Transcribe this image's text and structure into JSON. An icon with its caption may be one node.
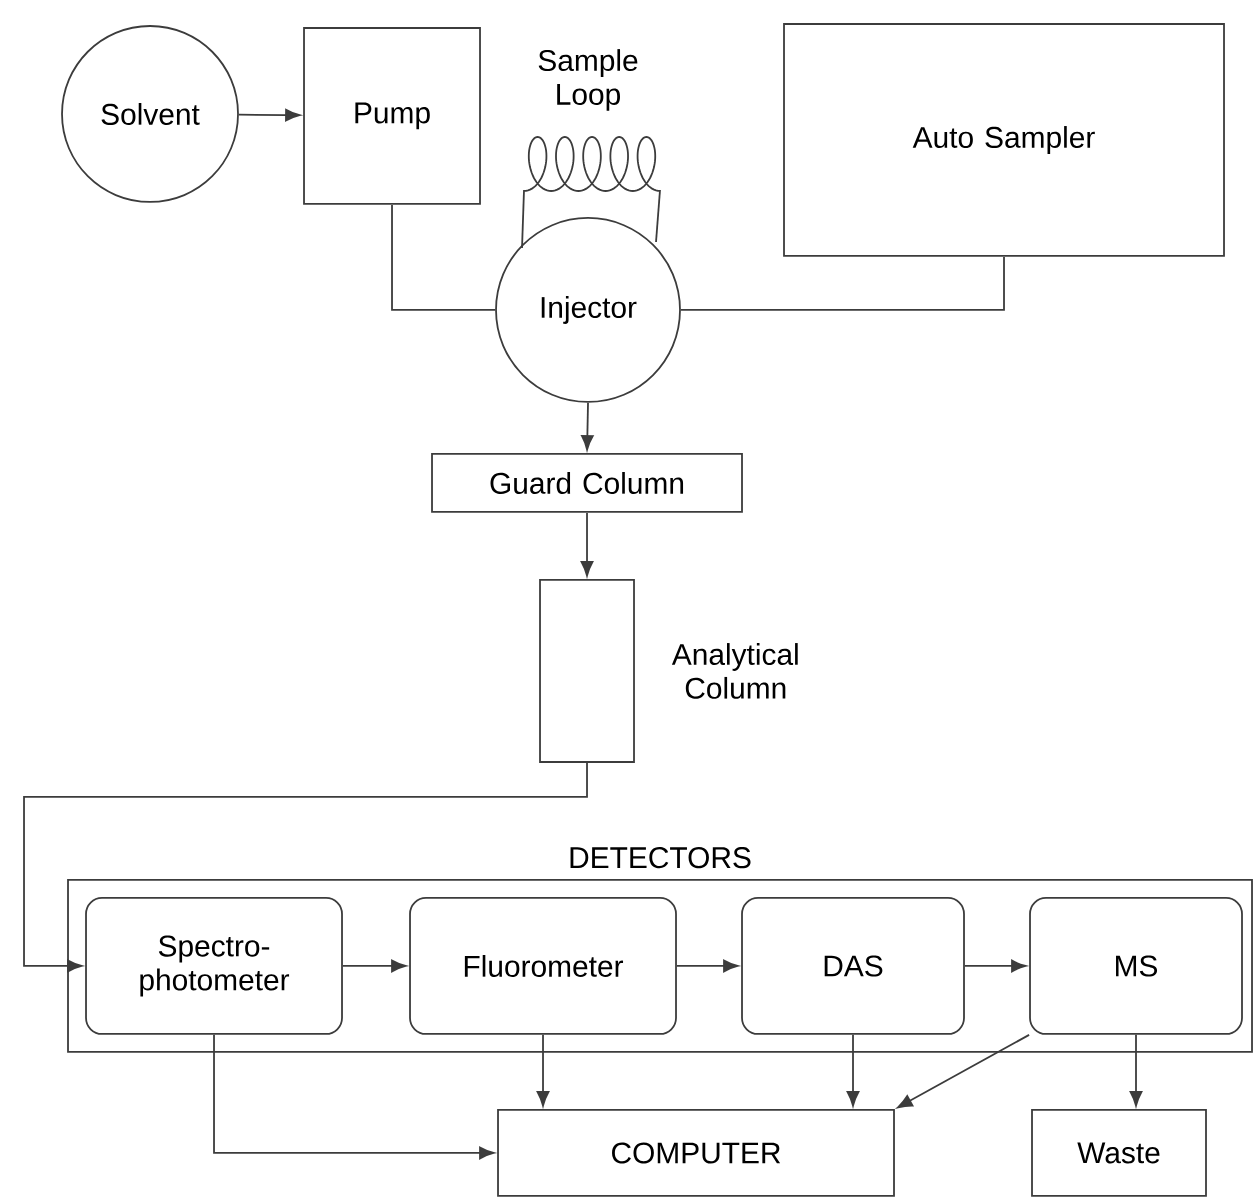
{
  "diagram": {
    "nodes": [
      {
        "text": [
          "Solvent"
        ]
      },
      {
        "text": [
          "Pump"
        ]
      },
      {
        "text": [
          "Auto Sampler"
        ]
      },
      {
        "text": [
          "Injector"
        ]
      },
      {
        "text": [
          "Guard Column"
        ]
      },
      {
        "text": [],
        "shape": "box",
        "beside": [
          "Analytical Column"
        ]
      },
      {
        "text": [
          "DETECTORS"
        ]
      },
      {
        "text": [
          "Spectro- photometer"
        ],
        "in": 6
      },
      {
        "text": [
          "Fluorometer"
        ],
        "in": 6
      },
      {
        "text": [
          "DAS"
        ],
        "in": 6
      },
      {
        "text": [
          "MS"
        ],
        "in": 6
      },
      {
        "text": [
          "COMPUTER"
        ]
      },
      {
        "text": [
          "Waste"
        ]
      }
    ],
    "edges": [
      {
        "from": 0,
        "to": 1,
        "arrow": "to"
      },
      {
        "from": 1,
        "to": 3,
        "arrow": "none"
      },
      {
        "from": 2,
        "to": 3,
        "arrow": "none"
      },
      {
        "from": 3,
        "to": 4,
        "arrow": "to"
      },
      {
        "from": 4,
        "to": 5,
        "arrow": "to"
      },
      {
        "from": 5,
        "to": 7,
        "arrow": "to"
      },
      {
        "from": 7,
        "to": 8,
        "arrow": "to"
      },
      {
        "from": 8,
        "to": 9,
        "arrow": "to"
      },
      {
        "from": 9,
        "to": 10,
        "arrow": "to"
      },
      {
        "from": 7,
        "to": 11,
        "arrow": "to"
      },
      {
        "from": 8,
        "to": 11,
        "arrow": "to"
      },
      {
        "from": 9,
        "to": 11,
        "arrow": "to"
      },
      {
        "from": 10,
        "to": 11,
        "arrow": "to"
      },
      {
        "from": 10,
        "to": 12,
        "arrow": "to"
      }
    ],
    "labels": [
      "Sample Loop"
    ]
  }
}
